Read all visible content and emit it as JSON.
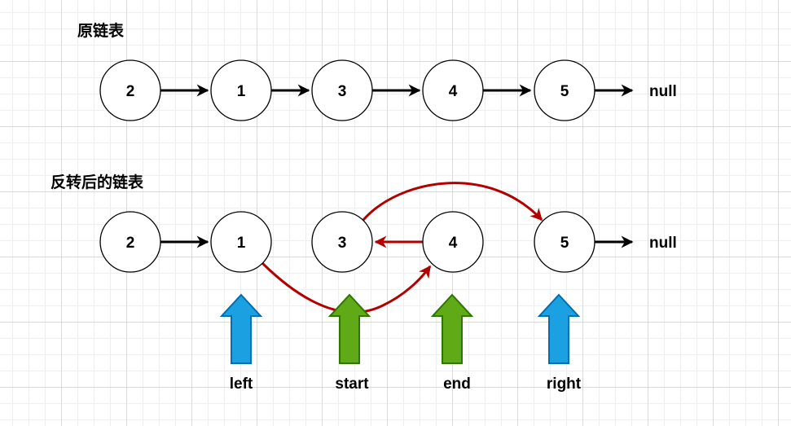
{
  "colors": {
    "black_arrow": "#000000",
    "red_arrow": "#b20000",
    "blue_pointer_fill": "#1ba1e2",
    "blue_pointer_stroke": "#006eaf",
    "green_pointer_fill": "#60a917",
    "green_pointer_stroke": "#2d7600"
  },
  "original": {
    "title": "原链表",
    "nodes": [
      "2",
      "1",
      "3",
      "4",
      "5"
    ],
    "terminal": "null"
  },
  "reversed": {
    "title": "反转后的链表",
    "nodes": [
      "2",
      "1",
      "3",
      "4",
      "5"
    ],
    "terminal": "null"
  },
  "pointers": [
    {
      "label": "left",
      "color": "blue"
    },
    {
      "label": "start",
      "color": "green"
    },
    {
      "label": "end",
      "color": "green"
    },
    {
      "label": "right",
      "color": "blue"
    }
  ]
}
